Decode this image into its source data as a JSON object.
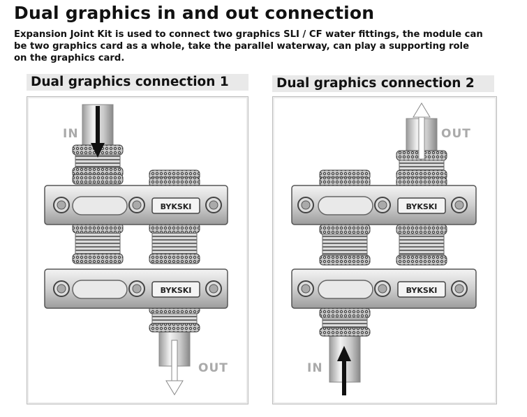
{
  "page": {
    "title": "Dual graphics in and out connection",
    "description": "Expansion Joint Kit is used to connect two graphics SLI / CF water fittings, the module can\n be two graphics card as a whole, take the parallel waterway, can play a supporting role\non the graphics card."
  },
  "panels": [
    {
      "heading": "Dual graphics connection 1",
      "in_label": "IN",
      "out_label": "OUT",
      "logo_text": "BYKSKI"
    },
    {
      "heading": "Dual graphics connection 2",
      "in_label": "IN",
      "out_label": "OUT",
      "logo_text": "BYKSKI"
    }
  ],
  "colors": {
    "metal": "#d4d4d4",
    "metal_dark": "#555555",
    "arrow": "#111111",
    "label": "#aaaaaa"
  }
}
